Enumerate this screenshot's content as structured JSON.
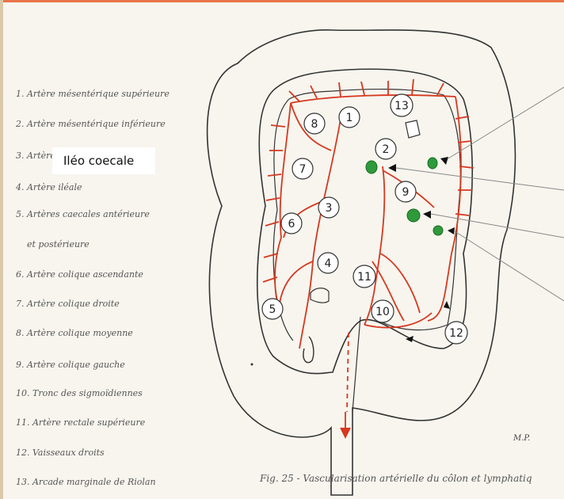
{
  "legend": {
    "items": [
      "1. Artère mésentérique supérieure",
      "2. Artère mésentérique inférieure",
      "3. Artère",
      "4. Artère iléale",
      "5. Artères caecales antérieure",
      "et postérieure",
      "6. Artère colique ascendante",
      "7. Artère colique droite",
      "8. Artère colique moyenne",
      "9. Artère colique gauche",
      "10. Tronc des sigmoïdiennes",
      "11. Artère rectale supérieure",
      "12. Vaisseaux droits",
      "13. Arcade marginale de Riolan"
    ]
  },
  "overlay_label": "Iléo coecale",
  "caption": "Fig. 25 - Vascularisation artérielle du côlon et lymphatiq",
  "signature": "M.P.",
  "diagram": {
    "numbers": [
      "1",
      "2",
      "3",
      "4",
      "5",
      "6",
      "7",
      "8",
      "9",
      "10",
      "11",
      "12",
      "13"
    ],
    "colors": {
      "artery": "#d6381f",
      "outline": "#333333",
      "node": "#2e9a3b",
      "paper": "#f7f5ee"
    }
  }
}
